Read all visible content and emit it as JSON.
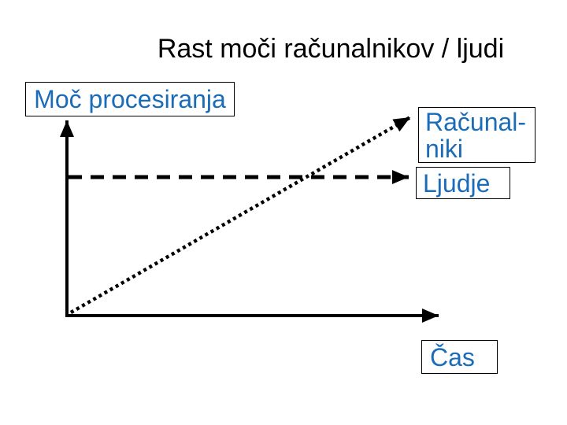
{
  "slide": {
    "title": "Rast moči računalnikov / ljudi",
    "background_color": "#ffffff",
    "title_color": "#000000",
    "label_text_color": "#1b6cb8",
    "line_color": "#000000"
  },
  "labels": {
    "y_axis": "Moč procesiranja",
    "x_axis": "Čas",
    "series_computers": "Računal-\nniki",
    "series_humans": "Ljudje"
  },
  "chart_data": {
    "type": "line",
    "title": "Rast moči računalnikov / ljudi",
    "xlabel": "Čas",
    "ylabel": "Moč procesiranja",
    "grid": false,
    "axes_have_tick_labels": false,
    "x_range_norm": [
      0,
      1
    ],
    "y_range_norm": [
      0,
      1
    ],
    "legend_position": "right-side label boxes with arrows",
    "series": [
      {
        "name": "Računalniki",
        "label_shown": "Računal-\nniki",
        "line_style": "dotted",
        "color": "#000000",
        "trend": "linearly increasing",
        "x_norm": [
          0,
          1
        ],
        "y_norm": [
          0,
          1
        ]
      },
      {
        "name": "Ljudje",
        "label_shown": "Ljudje",
        "line_style": "dashed",
        "color": "#000000",
        "trend": "constant",
        "x_norm": [
          0,
          1
        ],
        "y_norm": [
          0.72,
          0.72
        ]
      }
    ]
  }
}
